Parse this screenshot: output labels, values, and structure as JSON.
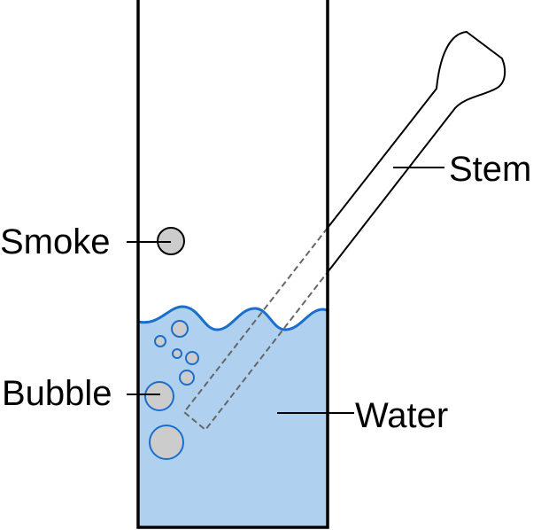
{
  "labels": {
    "stem": "Stem",
    "smoke": "Smoke",
    "bubble": "Bubble",
    "water": "Water"
  },
  "colors": {
    "water": "#b0d0ef",
    "outline": "#1a6fcc",
    "particle": "#cccccc",
    "stem_dash": "#666666"
  }
}
